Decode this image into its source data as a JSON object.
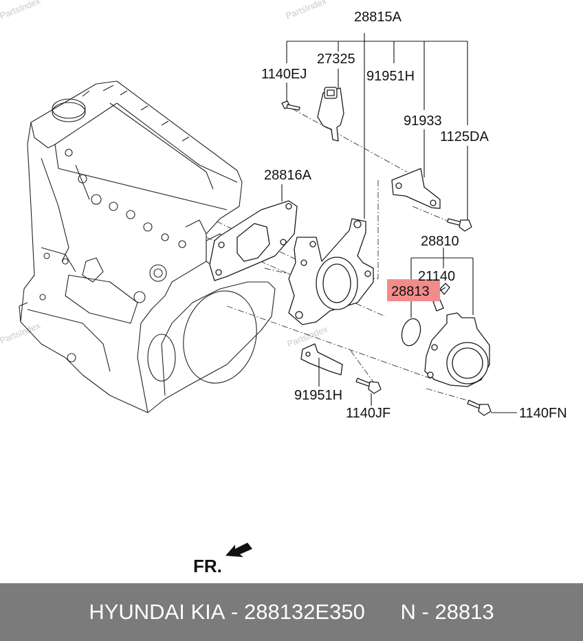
{
  "watermark": "PartsIndex",
  "callouts": {
    "c28815A": "28815A",
    "c27325": "27325",
    "c1140EJ": "1140EJ",
    "c91951H_top": "91951H",
    "c91933": "91933",
    "c1125DA": "1125DA",
    "c28816A": "28816A",
    "c28810": "28810",
    "c21140": "21140",
    "c28813": "28813",
    "c91951H_bottom": "91951H",
    "c1140JF": "1140JF",
    "c1140FN": "1140FN"
  },
  "highlight": {
    "part": "28813",
    "color": "#f28b8b"
  },
  "direction": {
    "label": "FR.",
    "icon": "front-arrow-icon"
  },
  "footer": {
    "brand": "HYUNDAI KIA",
    "sep1": " - ",
    "part_number": "288132E350",
    "gap": "      ",
    "prefix": "N",
    "sep2": " - ",
    "ref": "28813"
  },
  "colors": {
    "footer_bg": "#7b7b7b",
    "footer_text": "#ffffff",
    "line": "#111111"
  }
}
